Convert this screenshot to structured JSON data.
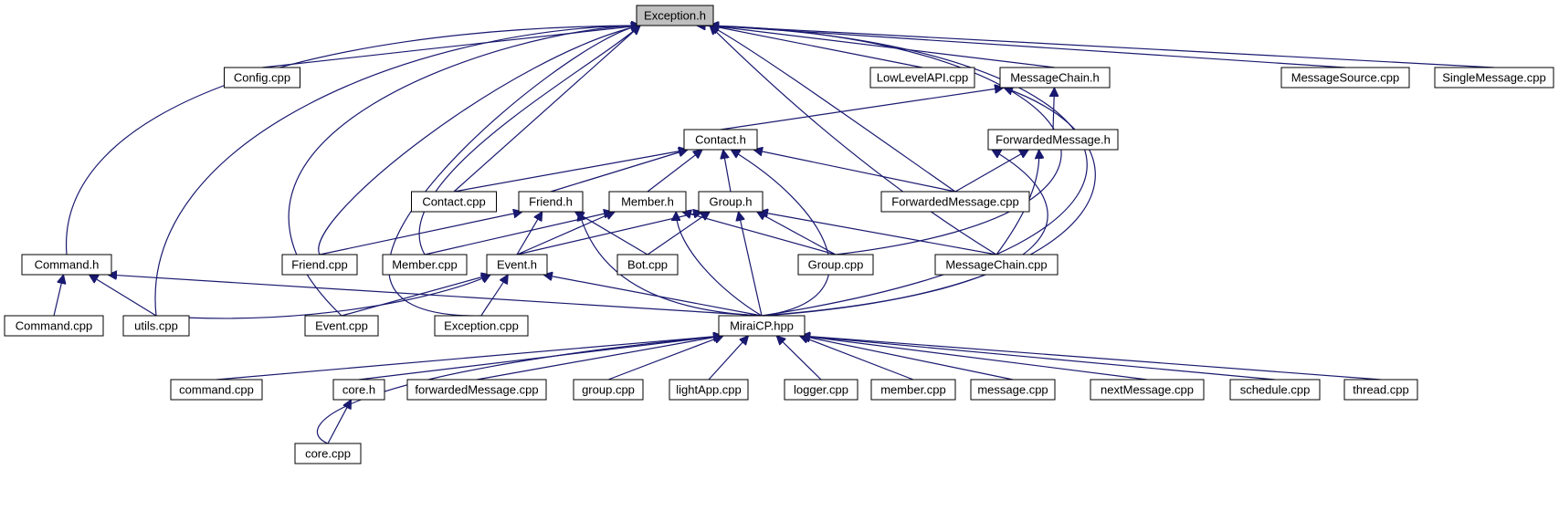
{
  "diagram": {
    "root": "Exception.h",
    "nodes": [
      {
        "id": "exception_h",
        "label": "Exception.h",
        "root": true
      },
      {
        "id": "config_cpp",
        "label": "Config.cpp"
      },
      {
        "id": "lowlevelapi_cpp",
        "label": "LowLevelAPI.cpp"
      },
      {
        "id": "messagechain_h",
        "label": "MessageChain.h"
      },
      {
        "id": "messagesource_cpp",
        "label": "MessageSource.cpp"
      },
      {
        "id": "singlemessage_cpp",
        "label": "SingleMessage.cpp"
      },
      {
        "id": "contact_h",
        "label": "Contact.h"
      },
      {
        "id": "forwardedmessage_h",
        "label": "ForwardedMessage.h"
      },
      {
        "id": "contact_cpp",
        "label": "Contact.cpp"
      },
      {
        "id": "friend_h",
        "label": "Friend.h"
      },
      {
        "id": "member_h",
        "label": "Member.h"
      },
      {
        "id": "group_h",
        "label": "Group.h"
      },
      {
        "id": "forwardedmessage_cpp",
        "label": "ForwardedMessage.cpp"
      },
      {
        "id": "command_h",
        "label": "Command.h"
      },
      {
        "id": "friend_cpp",
        "label": "Friend.cpp"
      },
      {
        "id": "member_cpp",
        "label": "Member.cpp"
      },
      {
        "id": "event_h",
        "label": "Event.h"
      },
      {
        "id": "bot_cpp",
        "label": "Bot.cpp"
      },
      {
        "id": "group_cpp",
        "label": "Group.cpp"
      },
      {
        "id": "messagechain_cpp",
        "label": "MessageChain.cpp"
      },
      {
        "id": "command_cpp",
        "label": "Command.cpp"
      },
      {
        "id": "utils_cpp",
        "label": "utils.cpp"
      },
      {
        "id": "event_cpp",
        "label": "Event.cpp"
      },
      {
        "id": "exception_cpp",
        "label": "Exception.cpp"
      },
      {
        "id": "miraicp_hpp",
        "label": "MiraiCP.hpp"
      },
      {
        "id": "command_lc_cpp",
        "label": "command.cpp"
      },
      {
        "id": "core_h",
        "label": "core.h"
      },
      {
        "id": "forwardedmessage_lc_cpp",
        "label": "forwardedMessage.cpp"
      },
      {
        "id": "group_lc_cpp",
        "label": "group.cpp"
      },
      {
        "id": "lightapp_cpp",
        "label": "lightApp.cpp"
      },
      {
        "id": "logger_cpp",
        "label": "logger.cpp"
      },
      {
        "id": "member_lc_cpp",
        "label": "member.cpp"
      },
      {
        "id": "message_cpp",
        "label": "message.cpp"
      },
      {
        "id": "nextmessage_cpp",
        "label": "nextMessage.cpp"
      },
      {
        "id": "schedule_cpp",
        "label": "schedule.cpp"
      },
      {
        "id": "thread_cpp",
        "label": "thread.cpp"
      },
      {
        "id": "core_cpp",
        "label": "core.cpp"
      }
    ],
    "edges": [
      {
        "from": "config_cpp",
        "to": "exception_h"
      },
      {
        "from": "lowlevelapi_cpp",
        "to": "exception_h"
      },
      {
        "from": "messagechain_h",
        "to": "exception_h"
      },
      {
        "from": "messagesource_cpp",
        "to": "exception_h"
      },
      {
        "from": "singlemessage_cpp",
        "to": "exception_h"
      },
      {
        "from": "command_h",
        "to": "exception_h"
      },
      {
        "from": "utils_cpp",
        "to": "exception_h"
      },
      {
        "from": "event_cpp",
        "to": "exception_h"
      },
      {
        "from": "exception_cpp",
        "to": "exception_h"
      },
      {
        "from": "friend_cpp",
        "to": "exception_h"
      },
      {
        "from": "member_cpp",
        "to": "exception_h"
      },
      {
        "from": "contact_cpp",
        "to": "exception_h"
      },
      {
        "from": "messagechain_cpp",
        "to": "exception_h"
      },
      {
        "from": "forwardedmessage_cpp",
        "to": "exception_h"
      },
      {
        "from": "group_cpp",
        "to": "exception_h"
      },
      {
        "from": "miraicp_hpp",
        "to": "exception_h"
      },
      {
        "from": "contact_h",
        "to": "messagechain_h"
      },
      {
        "from": "forwardedmessage_h",
        "to": "messagechain_h"
      },
      {
        "from": "miraicp_hpp",
        "to": "messagechain_h"
      },
      {
        "from": "contact_cpp",
        "to": "contact_h"
      },
      {
        "from": "friend_h",
        "to": "contact_h"
      },
      {
        "from": "member_h",
        "to": "contact_h"
      },
      {
        "from": "group_h",
        "to": "contact_h"
      },
      {
        "from": "forwardedmessage_cpp",
        "to": "contact_h"
      },
      {
        "from": "miraicp_hpp",
        "to": "contact_h"
      },
      {
        "from": "forwardedmessage_cpp",
        "to": "forwardedmessage_h"
      },
      {
        "from": "messagechain_cpp",
        "to": "forwardedmessage_h"
      },
      {
        "from": "miraicp_hpp",
        "to": "forwardedmessage_h"
      },
      {
        "from": "friend_cpp",
        "to": "friend_h"
      },
      {
        "from": "event_h",
        "to": "friend_h"
      },
      {
        "from": "bot_cpp",
        "to": "friend_h"
      },
      {
        "from": "miraicp_hpp",
        "to": "friend_h"
      },
      {
        "from": "member_cpp",
        "to": "member_h"
      },
      {
        "from": "event_h",
        "to": "member_h"
      },
      {
        "from": "group_cpp",
        "to": "member_h"
      },
      {
        "from": "miraicp_hpp",
        "to": "member_h"
      },
      {
        "from": "event_h",
        "to": "group_h"
      },
      {
        "from": "bot_cpp",
        "to": "group_h"
      },
      {
        "from": "group_cpp",
        "to": "group_h"
      },
      {
        "from": "messagechain_cpp",
        "to": "group_h"
      },
      {
        "from": "miraicp_hpp",
        "to": "group_h"
      },
      {
        "from": "command_cpp",
        "to": "command_h"
      },
      {
        "from": "utils_cpp",
        "to": "command_h"
      },
      {
        "from": "miraicp_hpp",
        "to": "command_h"
      },
      {
        "from": "utils_cpp",
        "to": "event_h"
      },
      {
        "from": "event_cpp",
        "to": "event_h"
      },
      {
        "from": "exception_cpp",
        "to": "event_h"
      },
      {
        "from": "miraicp_hpp",
        "to": "event_h"
      },
      {
        "from": "command_lc_cpp",
        "to": "miraicp_hpp"
      },
      {
        "from": "core_h",
        "to": "miraicp_hpp"
      },
      {
        "from": "forwardedmessage_lc_cpp",
        "to": "miraicp_hpp"
      },
      {
        "from": "group_lc_cpp",
        "to": "miraicp_hpp"
      },
      {
        "from": "lightapp_cpp",
        "to": "miraicp_hpp"
      },
      {
        "from": "logger_cpp",
        "to": "miraicp_hpp"
      },
      {
        "from": "member_lc_cpp",
        "to": "miraicp_hpp"
      },
      {
        "from": "message_cpp",
        "to": "miraicp_hpp"
      },
      {
        "from": "nextmessage_cpp",
        "to": "miraicp_hpp"
      },
      {
        "from": "schedule_cpp",
        "to": "miraicp_hpp"
      },
      {
        "from": "thread_cpp",
        "to": "miraicp_hpp"
      },
      {
        "from": "core_cpp",
        "to": "miraicp_hpp"
      },
      {
        "from": "core_cpp",
        "to": "core_h"
      }
    ]
  },
  "colors": {
    "edge": "#191970",
    "root_fill": "#bfbfbf",
    "node_fill": "#ffffff",
    "node_border": "#000000"
  }
}
